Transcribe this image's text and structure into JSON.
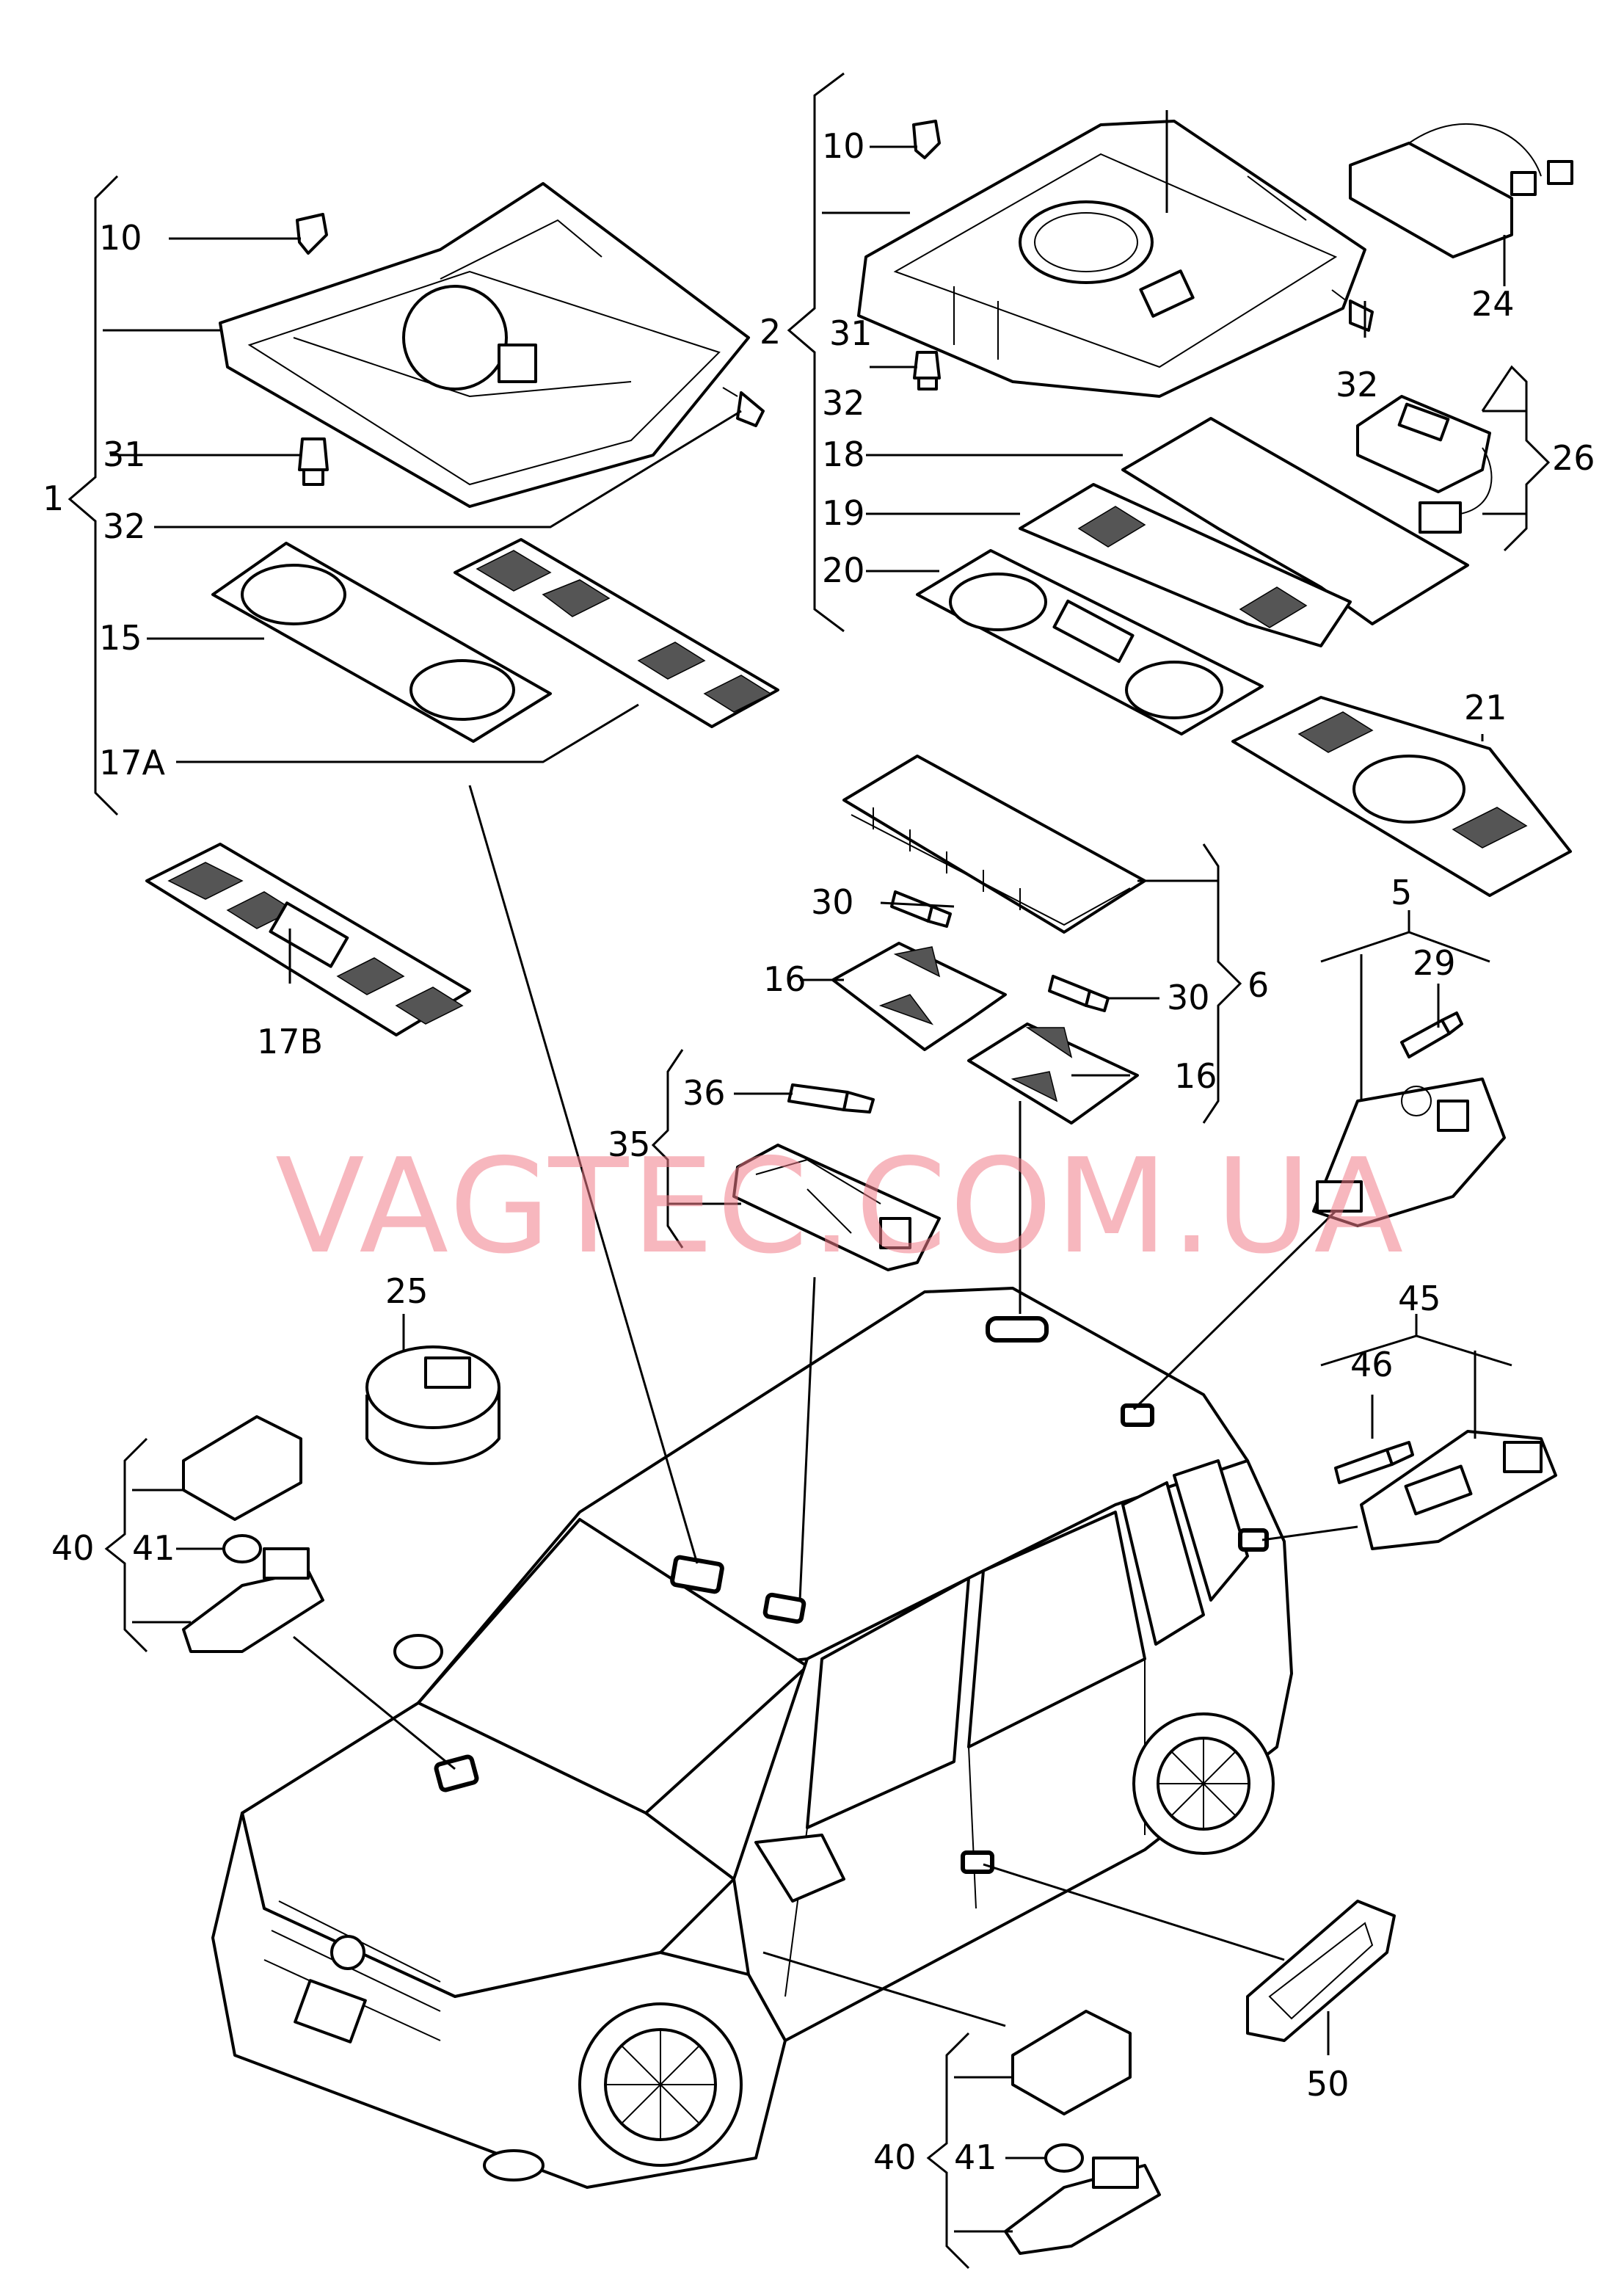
{
  "watermark": "VAGTEC.COM.UA",
  "callouts": {
    "c1": "1",
    "c2": "2",
    "c5": "5",
    "c6": "6",
    "c10a": "10",
    "c10b": "10",
    "c15": "15",
    "c16a": "16",
    "c16b": "16",
    "c17a": "17A",
    "c17b": "17B",
    "c18": "18",
    "c19": "19",
    "c20": "20",
    "c21": "21",
    "c24": "24",
    "c25": "25",
    "c26": "26",
    "c29": "29",
    "c30a": "30",
    "c30b": "30",
    "c31a": "31",
    "c31b": "31",
    "c32a": "32",
    "c32b": "32",
    "c32c": "32",
    "c35": "35",
    "c36": "36",
    "c40a": "40",
    "c40b": "40",
    "c41a": "41",
    "c41b": "41",
    "c45": "45",
    "c46": "46",
    "c50": "50"
  }
}
